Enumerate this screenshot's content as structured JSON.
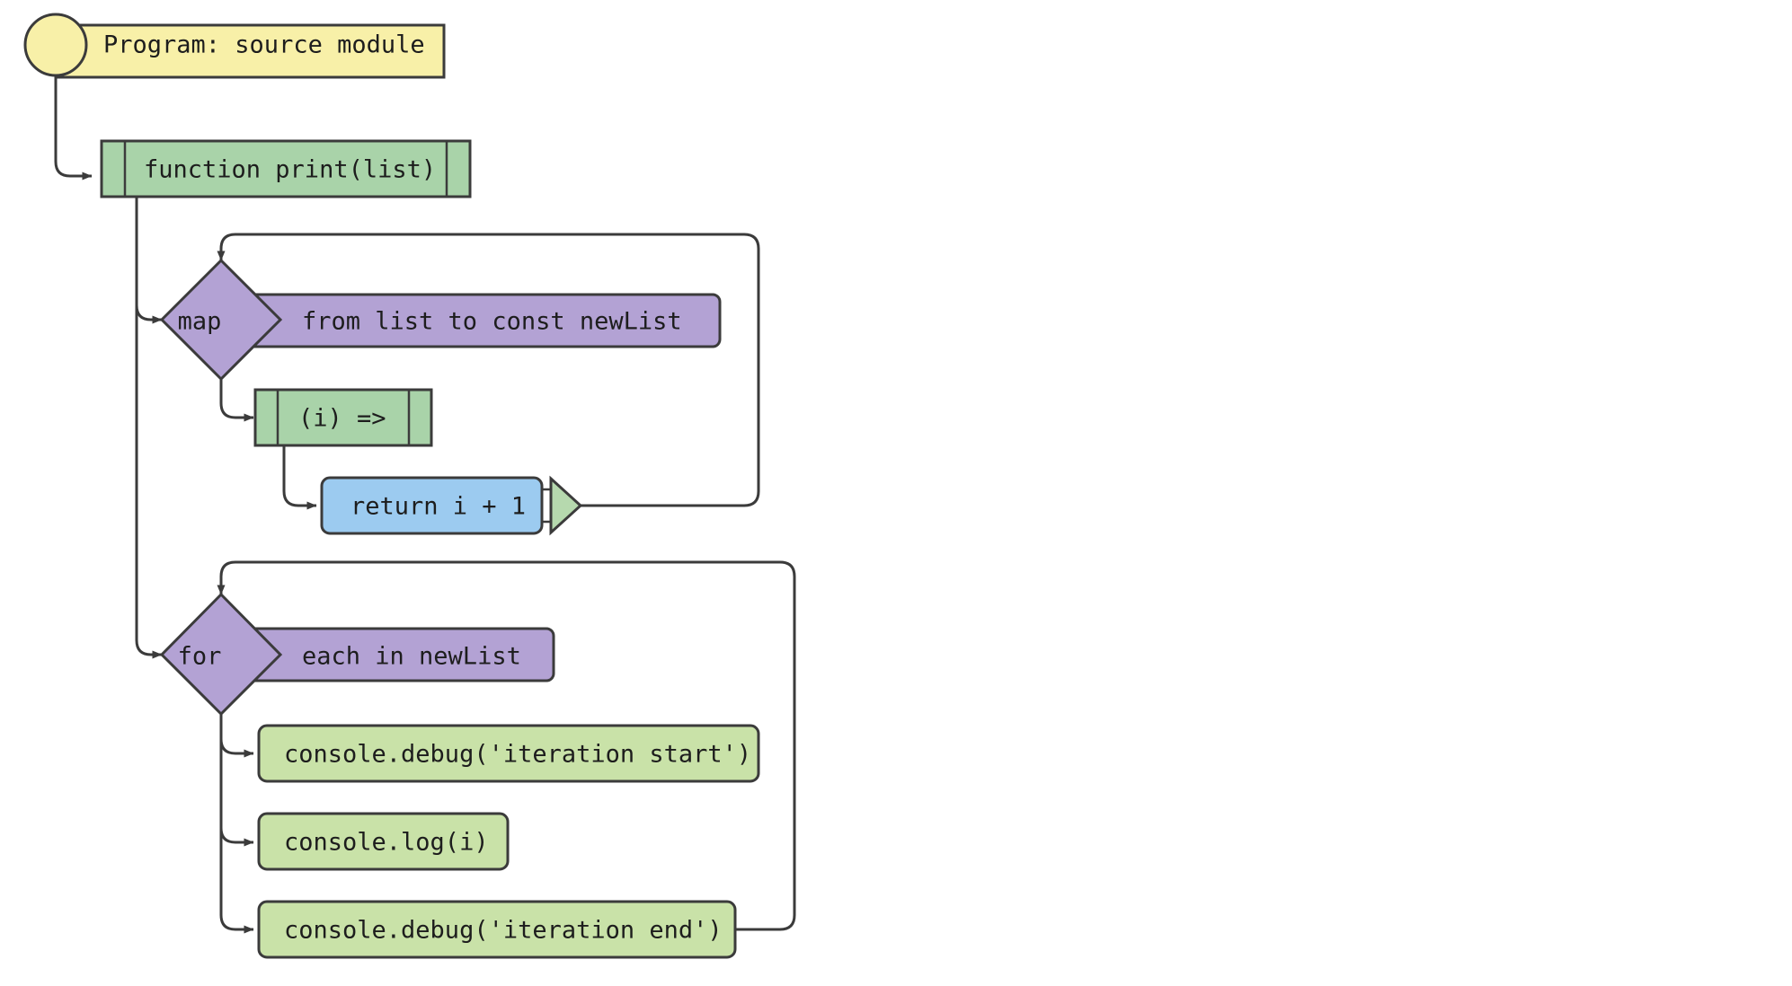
{
  "diagram": {
    "title": "Program: source module",
    "type": "code-flowchart",
    "background": "#ffffff",
    "stroke_color": "#3b3b3b",
    "colors": {
      "start_yellow": "#f8f0a8",
      "function_green": "#a9d3a9",
      "statement_green": "#c9e2a8",
      "loop_purple": "#b3a2d4",
      "return_blue": "#9ccbf0",
      "return_marker_green": "#b6d9ae"
    }
  },
  "nodes": {
    "start": {
      "label": "Program: source module",
      "shape": "start-banner",
      "fill": "#f8f0a8"
    },
    "function_print": {
      "label": "function print(list)",
      "shape": "subroutine",
      "fill": "#a9d3a9"
    },
    "map_loop": {
      "keyword": "map",
      "label": "from list to const newList",
      "shape": "loop-diamond",
      "fill": "#b3a2d4"
    },
    "arrow_fn": {
      "label": "(i) =>",
      "shape": "subroutine",
      "fill": "#a9d3a9"
    },
    "return_stmt": {
      "label": "return i + 1",
      "shape": "return-rounded",
      "fill": "#9ccbf0"
    },
    "for_loop": {
      "keyword": "for",
      "label": "each in newList",
      "shape": "loop-diamond",
      "fill": "#b3a2d4"
    },
    "console_debug_start": {
      "label": "console.debug('iteration start')",
      "shape": "rounded-rect",
      "fill": "#c9e2a8"
    },
    "console_log": {
      "label": "console.log(i)",
      "shape": "rounded-rect",
      "fill": "#c9e2a8"
    },
    "console_debug_end": {
      "label": "console.debug('iteration end')",
      "shape": "rounded-rect",
      "fill": "#c9e2a8"
    }
  },
  "edges": [
    {
      "from": "start",
      "to": "function_print"
    },
    {
      "from": "function_print",
      "to": "map_loop"
    },
    {
      "from": "map_loop",
      "to": "arrow_fn"
    },
    {
      "from": "arrow_fn",
      "to": "return_stmt"
    },
    {
      "from": "return_stmt",
      "to": "map_loop",
      "kind": "loop-back"
    },
    {
      "from": "function_print",
      "to": "for_loop"
    },
    {
      "from": "for_loop",
      "to": "console_debug_start"
    },
    {
      "from": "for_loop",
      "to": "console_log"
    },
    {
      "from": "for_loop",
      "to": "console_debug_end"
    },
    {
      "from": "console_debug_end",
      "to": "for_loop",
      "kind": "loop-back"
    }
  ]
}
